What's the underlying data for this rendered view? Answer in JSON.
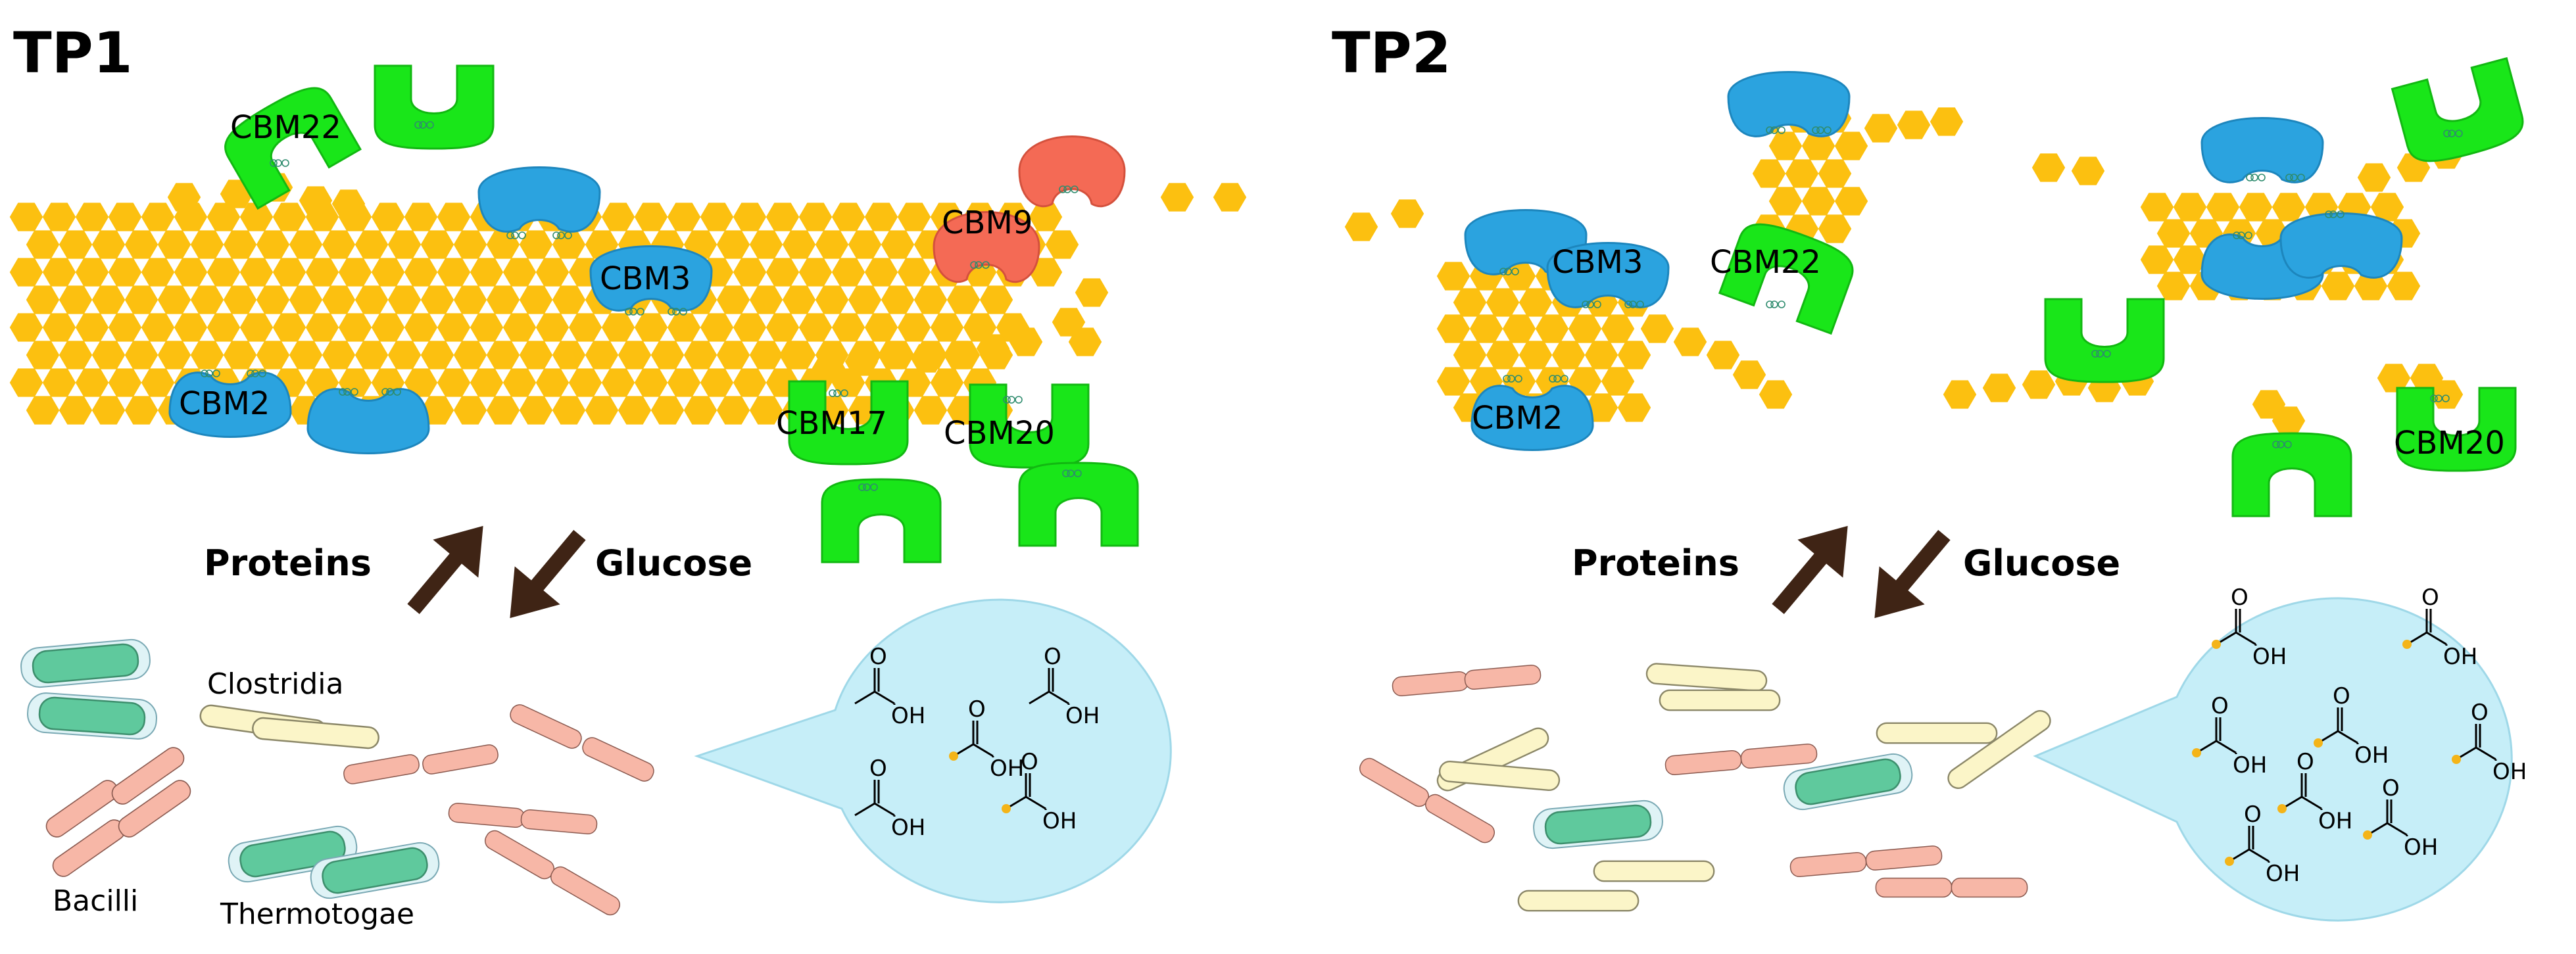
{
  "panels": [
    {
      "title": "TP1",
      "cbm_labels": [
        "CBM22",
        "CBM3",
        "CBM9",
        "CBM2",
        "CBM17",
        "CBM20"
      ],
      "proteins_label": "Proteins",
      "glucose_label": "Glucose",
      "taxa": [
        "Clostridia",
        "Bacilli",
        "Thermotogae"
      ],
      "oh_labels": [
        "OH",
        "OH",
        "OH",
        "OH",
        "OH"
      ],
      "o_labels": [
        "O",
        "O",
        "O",
        "O",
        "O"
      ]
    },
    {
      "title": "TP2",
      "cbm_labels": [
        "CBM3",
        "CBM22",
        "CBM2",
        "CBM20"
      ],
      "proteins_label": "Proteins",
      "glucose_label": "Glucose",
      "oh_labels": [
        "OH",
        "OH",
        "OH",
        "OH",
        "OH",
        "OH",
        "OH",
        "OH"
      ],
      "o_labels": [
        "O",
        "O",
        "O",
        "O",
        "O",
        "O",
        "O",
        "O"
      ]
    }
  ],
  "colors": {
    "glucose_hex": "#fcc010",
    "cbm_blue": "#2ba3df",
    "cbm_green": "#19e619",
    "cbm_red": "#f46a55",
    "arrow_brown": "#3f2415",
    "bubble": "#c6eef8",
    "clostridia_cell": "#f7b7a7",
    "bacilli_cell": "#f8b6a5",
    "thermotogae_cell": "#5fc99d",
    "pale_cell": "#fbf5c8",
    "acid_dot": "#f4b418"
  }
}
